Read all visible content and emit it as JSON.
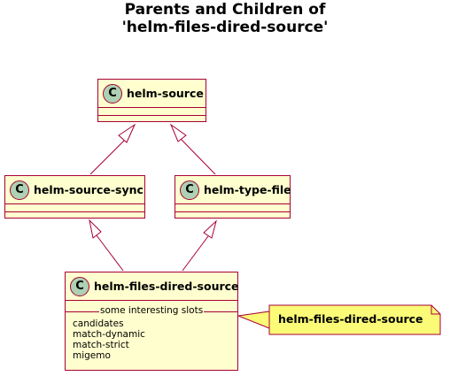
{
  "title": {
    "line1": "Parents and Children of",
    "line2": "'helm-files-dired-source'"
  },
  "classes": {
    "helm_source": {
      "stereotype": "C",
      "name": "helm-source"
    },
    "helm_source_sync": {
      "stereotype": "C",
      "name": "helm-source-sync"
    },
    "helm_type_file": {
      "stereotype": "C",
      "name": "helm-type-file"
    },
    "helm_files_dired_source": {
      "stereotype": "C",
      "name": "helm-files-dired-source",
      "slots_label": "some interesting slots",
      "slots": [
        "candidates",
        "match-dynamic",
        "match-strict",
        "migemo"
      ]
    }
  },
  "note": {
    "text": "helm-files-dired-source"
  },
  "colors": {
    "class_fill": "#FEFECE",
    "border": "#A80036",
    "badge": "#ADD1B2",
    "note_fill": "#FBFB77"
  }
}
